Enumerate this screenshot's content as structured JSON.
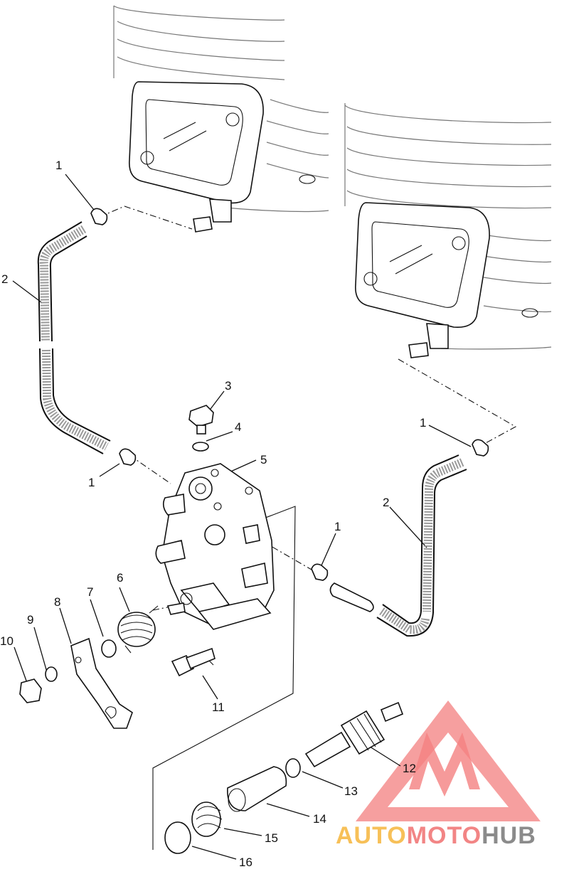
{
  "callouts": {
    "c1a": "1",
    "c2a": "2",
    "c3": "3",
    "c4": "4",
    "c5": "5",
    "c1b": "1",
    "c1c": "1",
    "c1d": "1",
    "c2b": "2",
    "c6": "6",
    "c7": "7",
    "c8": "8",
    "c9": "9",
    "c10": "10",
    "c11": "11",
    "c12": "12",
    "c13": "13",
    "c14": "14",
    "c15": "15",
    "c16": "16"
  },
  "watermark": {
    "part1": "AUTO",
    "part2": "MOTO",
    "part3": "HUB",
    "color_auto": "#f6b63c",
    "color_moto": "#f07070",
    "color_hub": "#777777",
    "triangle_color": "#f26a6a"
  }
}
